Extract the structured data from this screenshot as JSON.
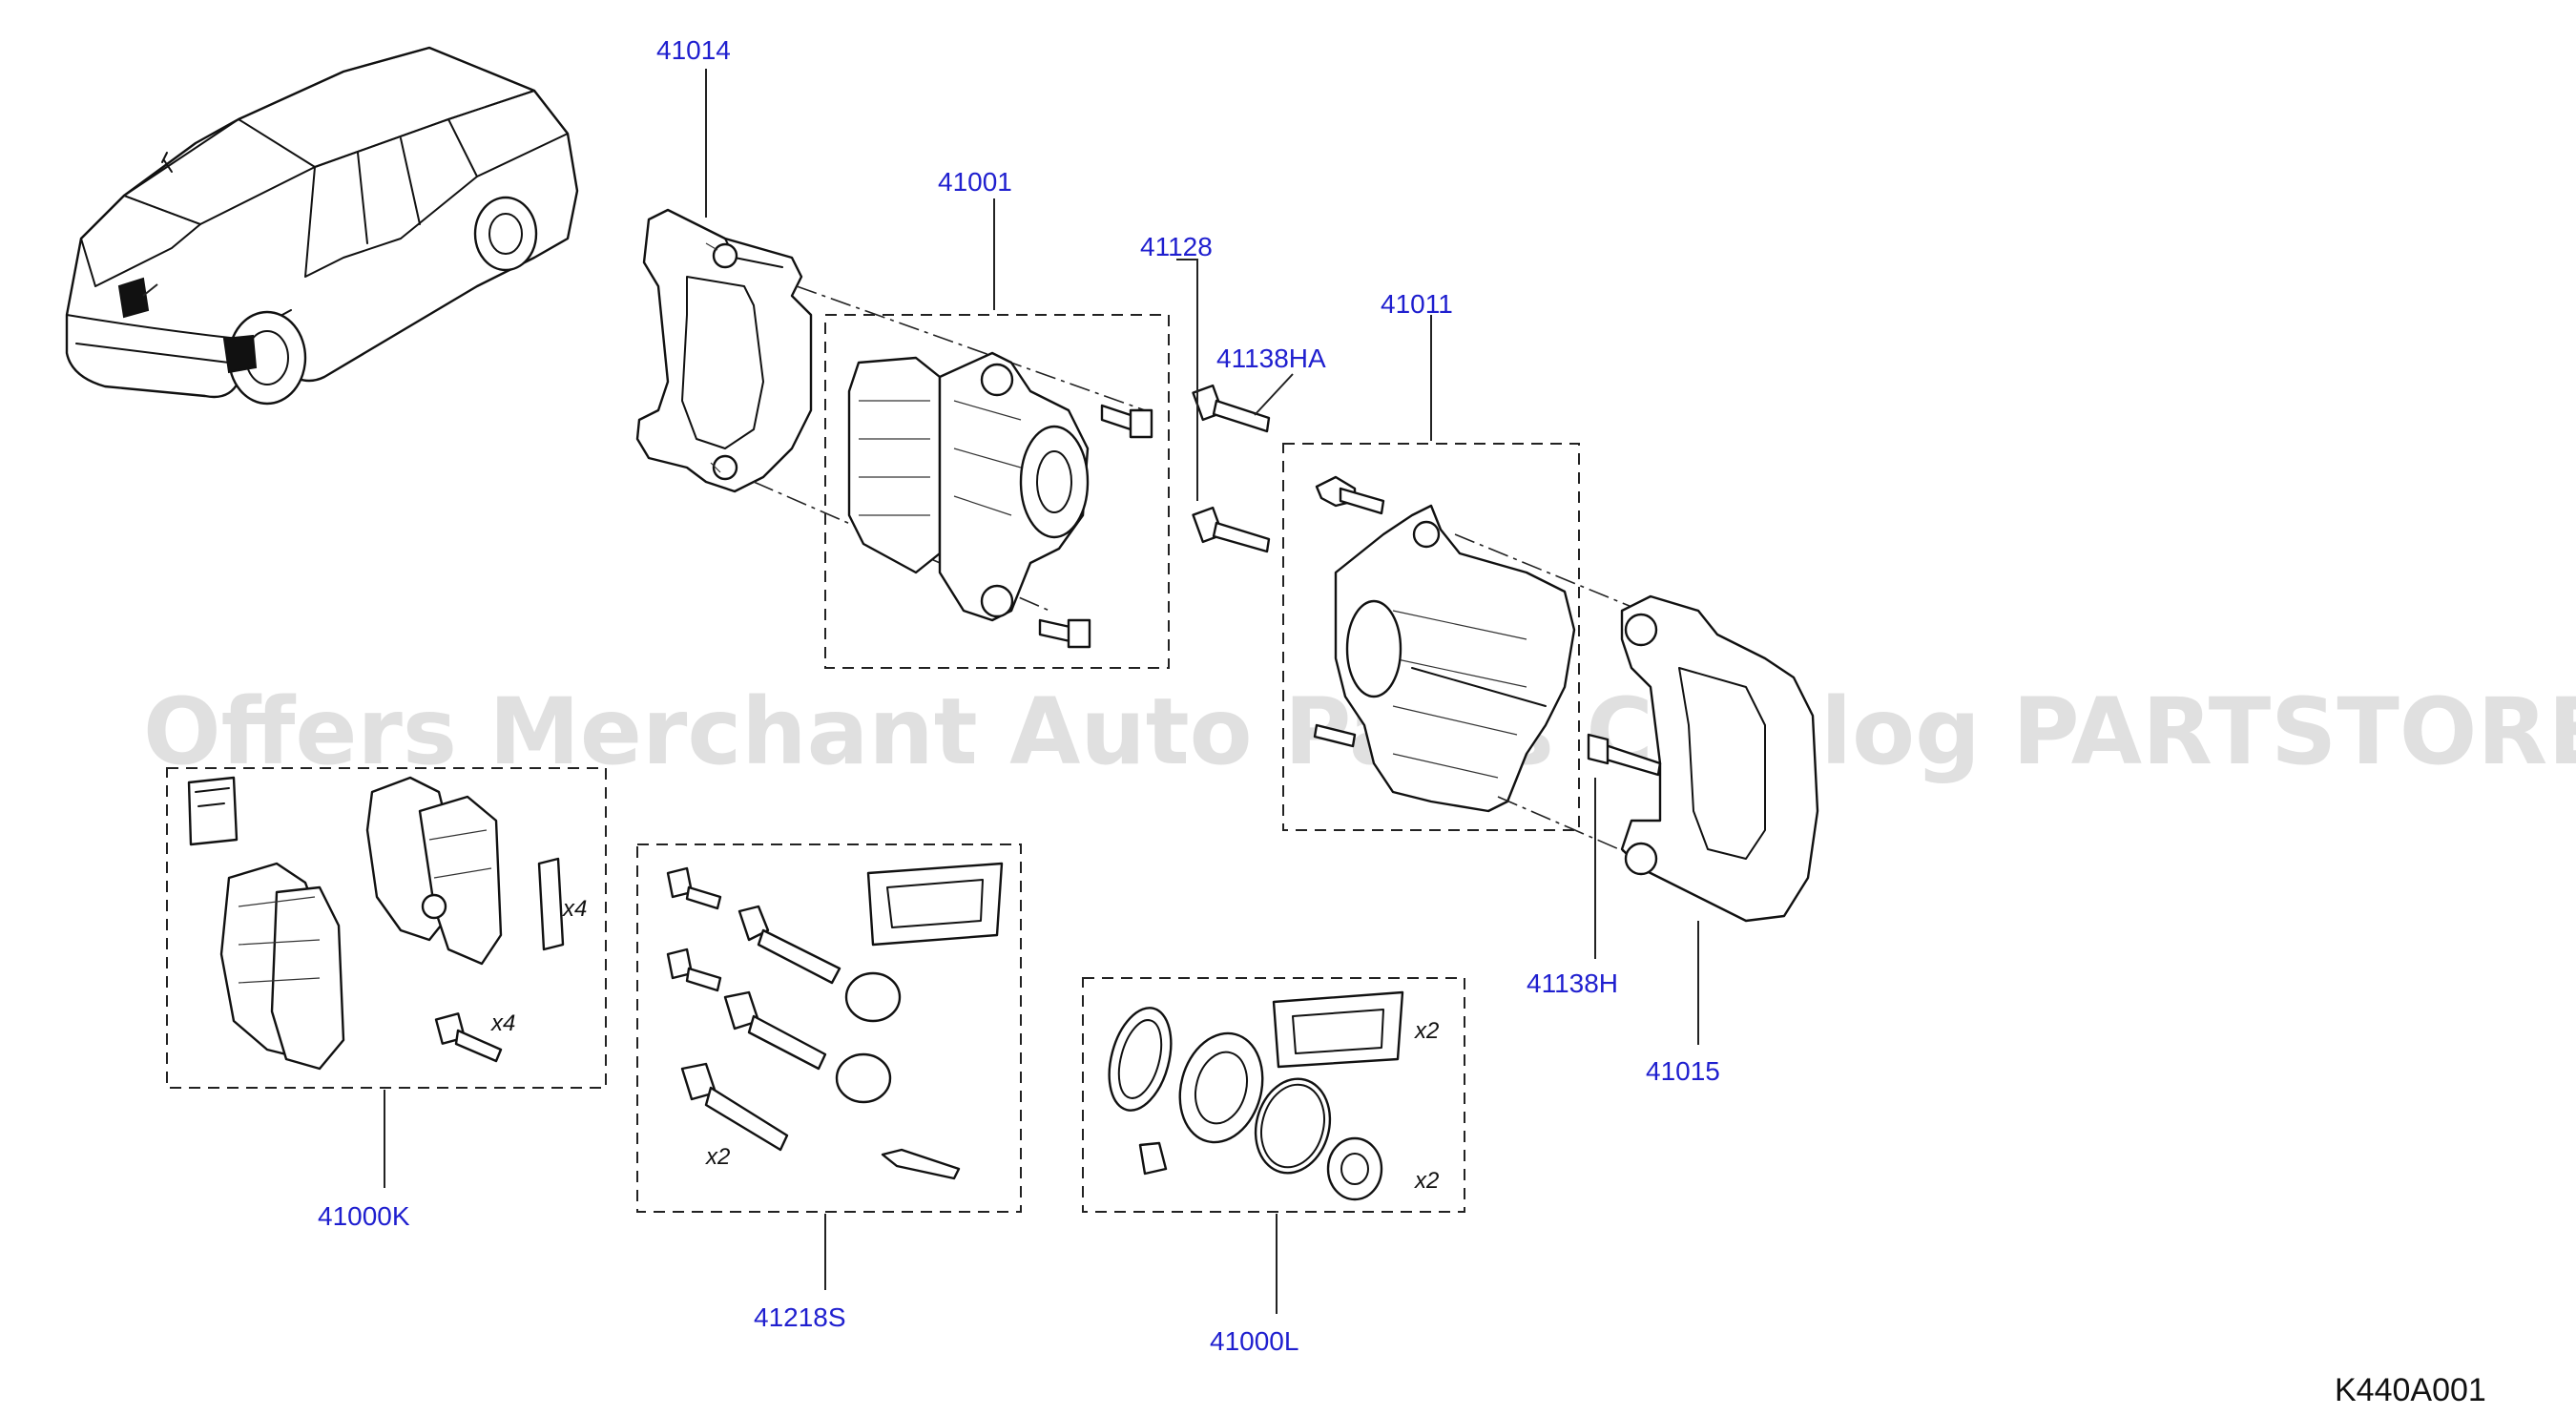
{
  "watermark": "Offers Merchant Auto Parts Catalog PARTSTORE.SA",
  "diagram_code": "K440A001",
  "callouts": [
    {
      "id": "41014",
      "text": "41014"
    },
    {
      "id": "41001",
      "text": "41001"
    },
    {
      "id": "41128",
      "text": "41128"
    },
    {
      "id": "41011",
      "text": "41011"
    },
    {
      "id": "41138HA",
      "text": "41138HA"
    },
    {
      "id": "41138H",
      "text": "41138H"
    },
    {
      "id": "41015",
      "text": "41015"
    },
    {
      "id": "41000K",
      "text": "41000K"
    },
    {
      "id": "41218S",
      "text": "41218S"
    },
    {
      "id": "41000L",
      "text": "41000L"
    }
  ],
  "quantities": {
    "pad_kit_shim": "x4",
    "pad_kit_bolt": "x4",
    "pin_kit": "x2",
    "seal_kit_grease": "x2",
    "seal_kit_boot": "x2"
  },
  "icons": [
    "vehicle-locator-icon",
    "brake-caliper-icon",
    "brake-pad-icon",
    "bolt-icon",
    "seal-icon",
    "grease-pack-icon"
  ]
}
